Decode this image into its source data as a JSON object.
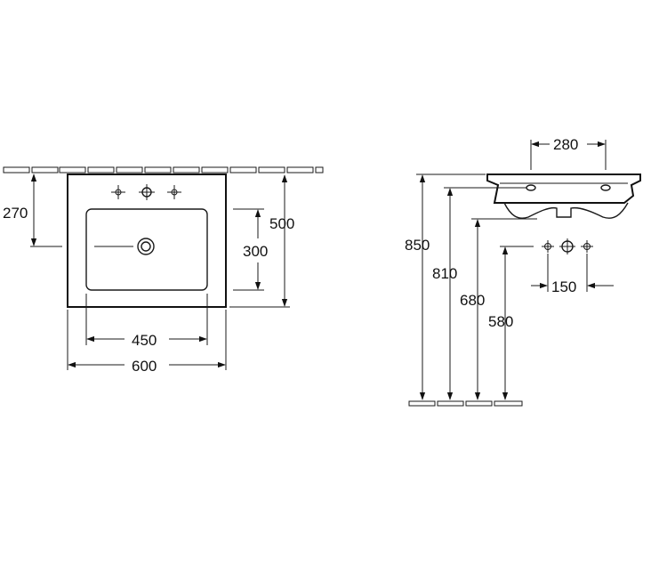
{
  "top_view": {
    "dims": {
      "depth_to_bowl_center": "270",
      "bowl_depth": "300",
      "overall_depth": "500",
      "bowl_width": "450",
      "overall_width": "600"
    }
  },
  "side_view": {
    "dims": {
      "faucet_width": "280",
      "top_height": "850",
      "rim_height": "810",
      "drain_height": "680",
      "siphon_height": "580",
      "tap_hole_spacing": "150"
    }
  }
}
